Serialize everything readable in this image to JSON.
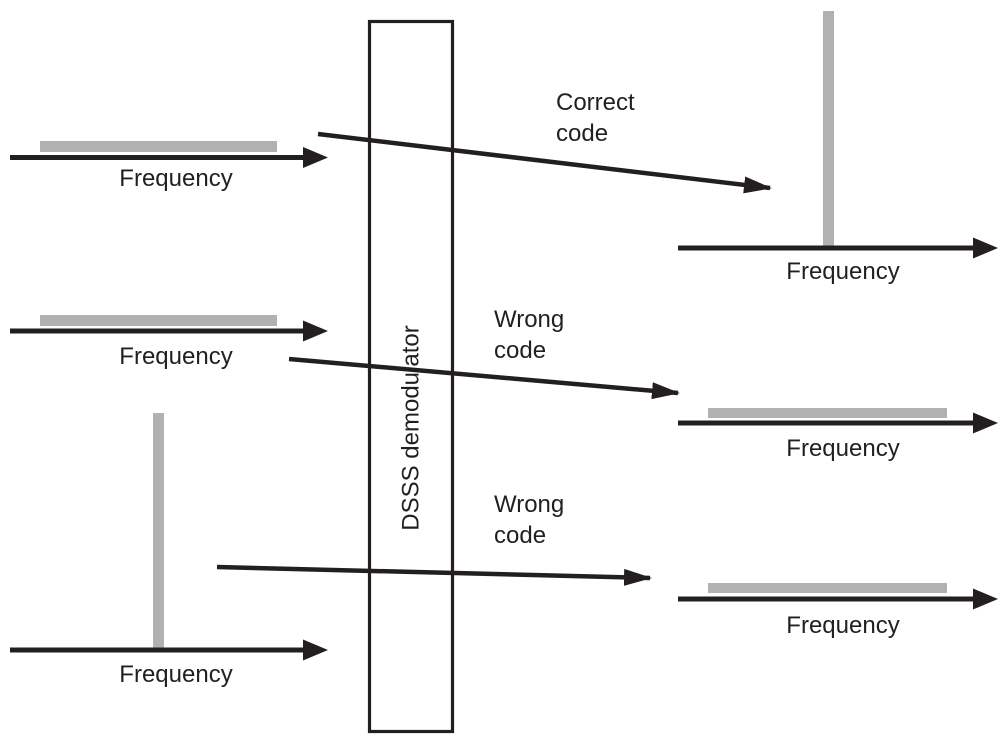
{
  "diagram": {
    "demodulator_label": "DSSS demodulator",
    "frequency_axis_label": "Frequency",
    "outcomes": {
      "correct": "Correct code",
      "wrong_middle": "Wrong code",
      "wrong_bottom": "Wrong code"
    },
    "colors": {
      "ink": "#231f20",
      "signal_gray": "#b1b1b3"
    }
  }
}
